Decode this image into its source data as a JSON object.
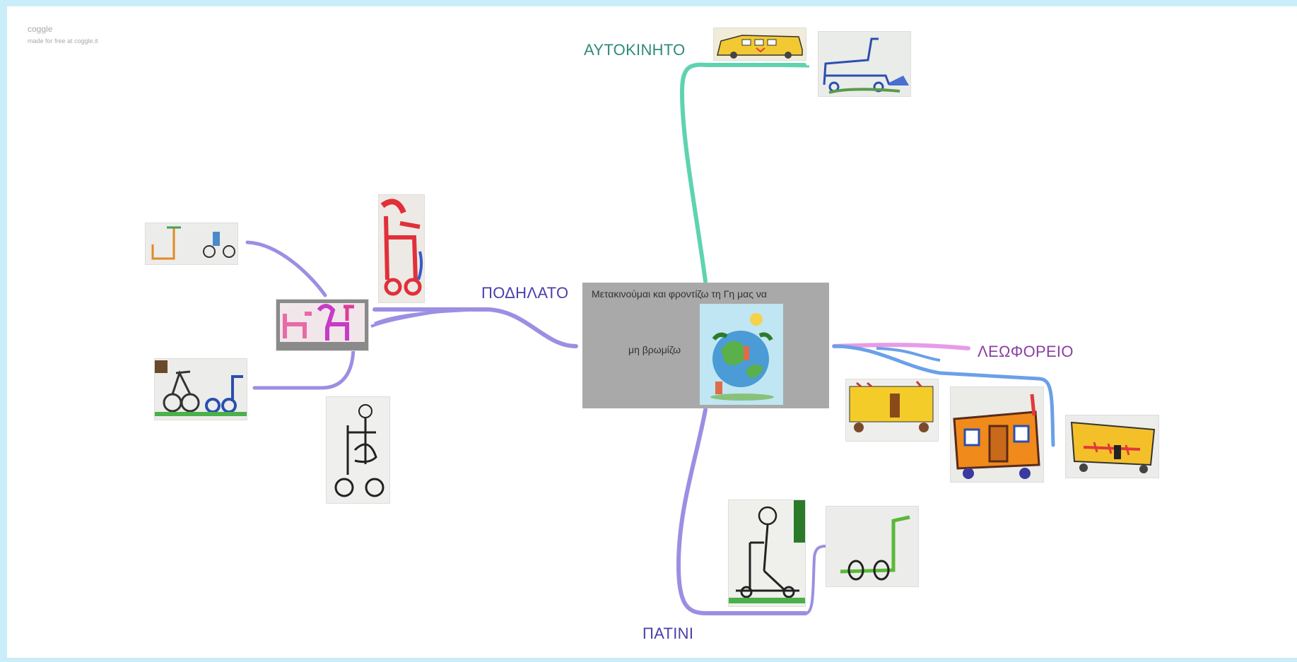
{
  "brand": {
    "name": "coggle",
    "tagline": "made for free at coggle.it"
  },
  "central": {
    "line1": "Μετακινούμαι και φροντίζω τη Γη μας να",
    "line2": "μη βρωμίζω"
  },
  "branches": {
    "car": {
      "label": "ΑΥΤΟΚΙΝΗΤΟ",
      "color": "#2e8b78",
      "line_color": "#5fd3b0"
    },
    "bicycle": {
      "label": "ΠΟΔΗΛΑΤΟ",
      "color": "#4b3fa8",
      "line_color": "#9b8fe3"
    },
    "bus": {
      "label": "ΛΕΩΦΟΡΕΙΟ",
      "color": "#8a3fa0",
      "line_color": "#e79be8",
      "sub_line_color": "#6aa0e8"
    },
    "scooter": {
      "label": "ΠΑΤΙΝΙ",
      "color": "#4b3fa8",
      "line_color": "#9b8fe3"
    }
  },
  "images": [
    {
      "name": "car-drawing-yellow-bus-icon",
      "kind": "yellow-car"
    },
    {
      "name": "car-drawing-blue-icon",
      "kind": "blue-car"
    },
    {
      "name": "bicycle-drawing-red-icon",
      "kind": "red-bike"
    },
    {
      "name": "bicycle-drawing-orange-icon",
      "kind": "orange-bike"
    },
    {
      "name": "bicycle-drawing-pink-icon",
      "kind": "pink-bike"
    },
    {
      "name": "bicycle-drawing-blue-green-icon",
      "kind": "blue-bike"
    },
    {
      "name": "bicycle-drawing-black-icon",
      "kind": "black-bike"
    },
    {
      "name": "bus-drawing-yellow-icon",
      "kind": "yellow-bus"
    },
    {
      "name": "bus-drawing-orange-icon",
      "kind": "orange-bus"
    },
    {
      "name": "bus-drawing-yellow-red-icon",
      "kind": "yellow-red-bus"
    },
    {
      "name": "scooter-drawing-black-icon",
      "kind": "black-scooter"
    },
    {
      "name": "scooter-drawing-green-icon",
      "kind": "green-scooter"
    }
  ],
  "central_image": {
    "name": "globe-illustration-icon"
  }
}
